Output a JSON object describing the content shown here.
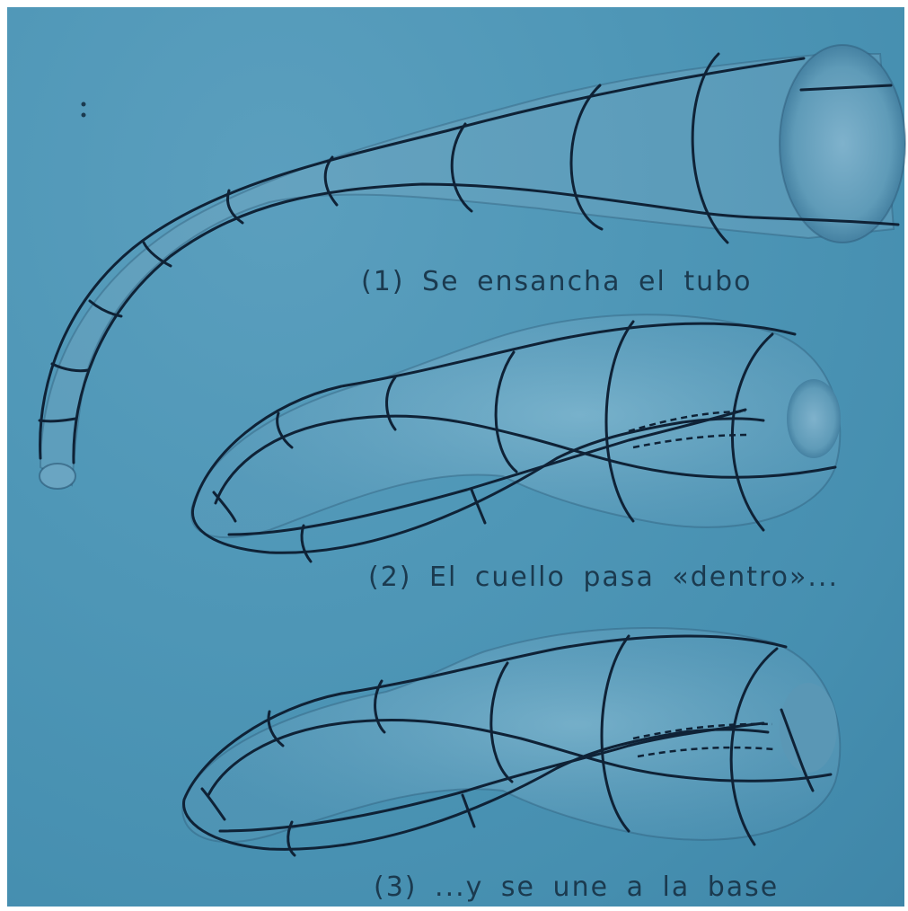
{
  "captions": {
    "step1": "(1) Se ensancha el tubo",
    "step2": "(2) El cuello pasa «dentro»...",
    "step3": "(3) ...y se une a la base"
  },
  "colors": {
    "background": "#4f97b7",
    "ink": "#0f2236",
    "caption": "#1b3a4f"
  }
}
